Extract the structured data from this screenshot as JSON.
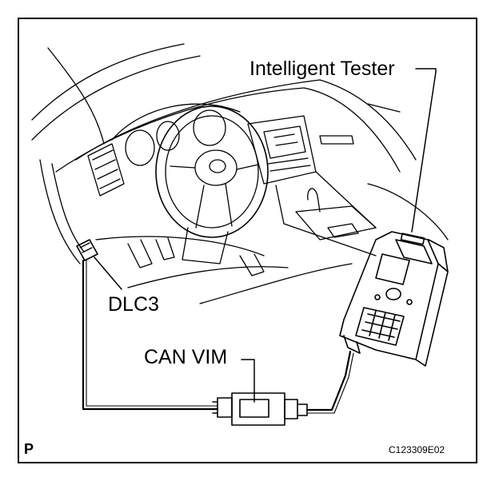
{
  "labels": {
    "intelligent_tester": "Intelligent Tester",
    "dlc3": "DLC3",
    "can_vim": "CAN VIM",
    "corner_letter": "P",
    "figure_code": "C123309E02"
  },
  "colors": {
    "line": "#000000",
    "background": "#ffffff"
  }
}
